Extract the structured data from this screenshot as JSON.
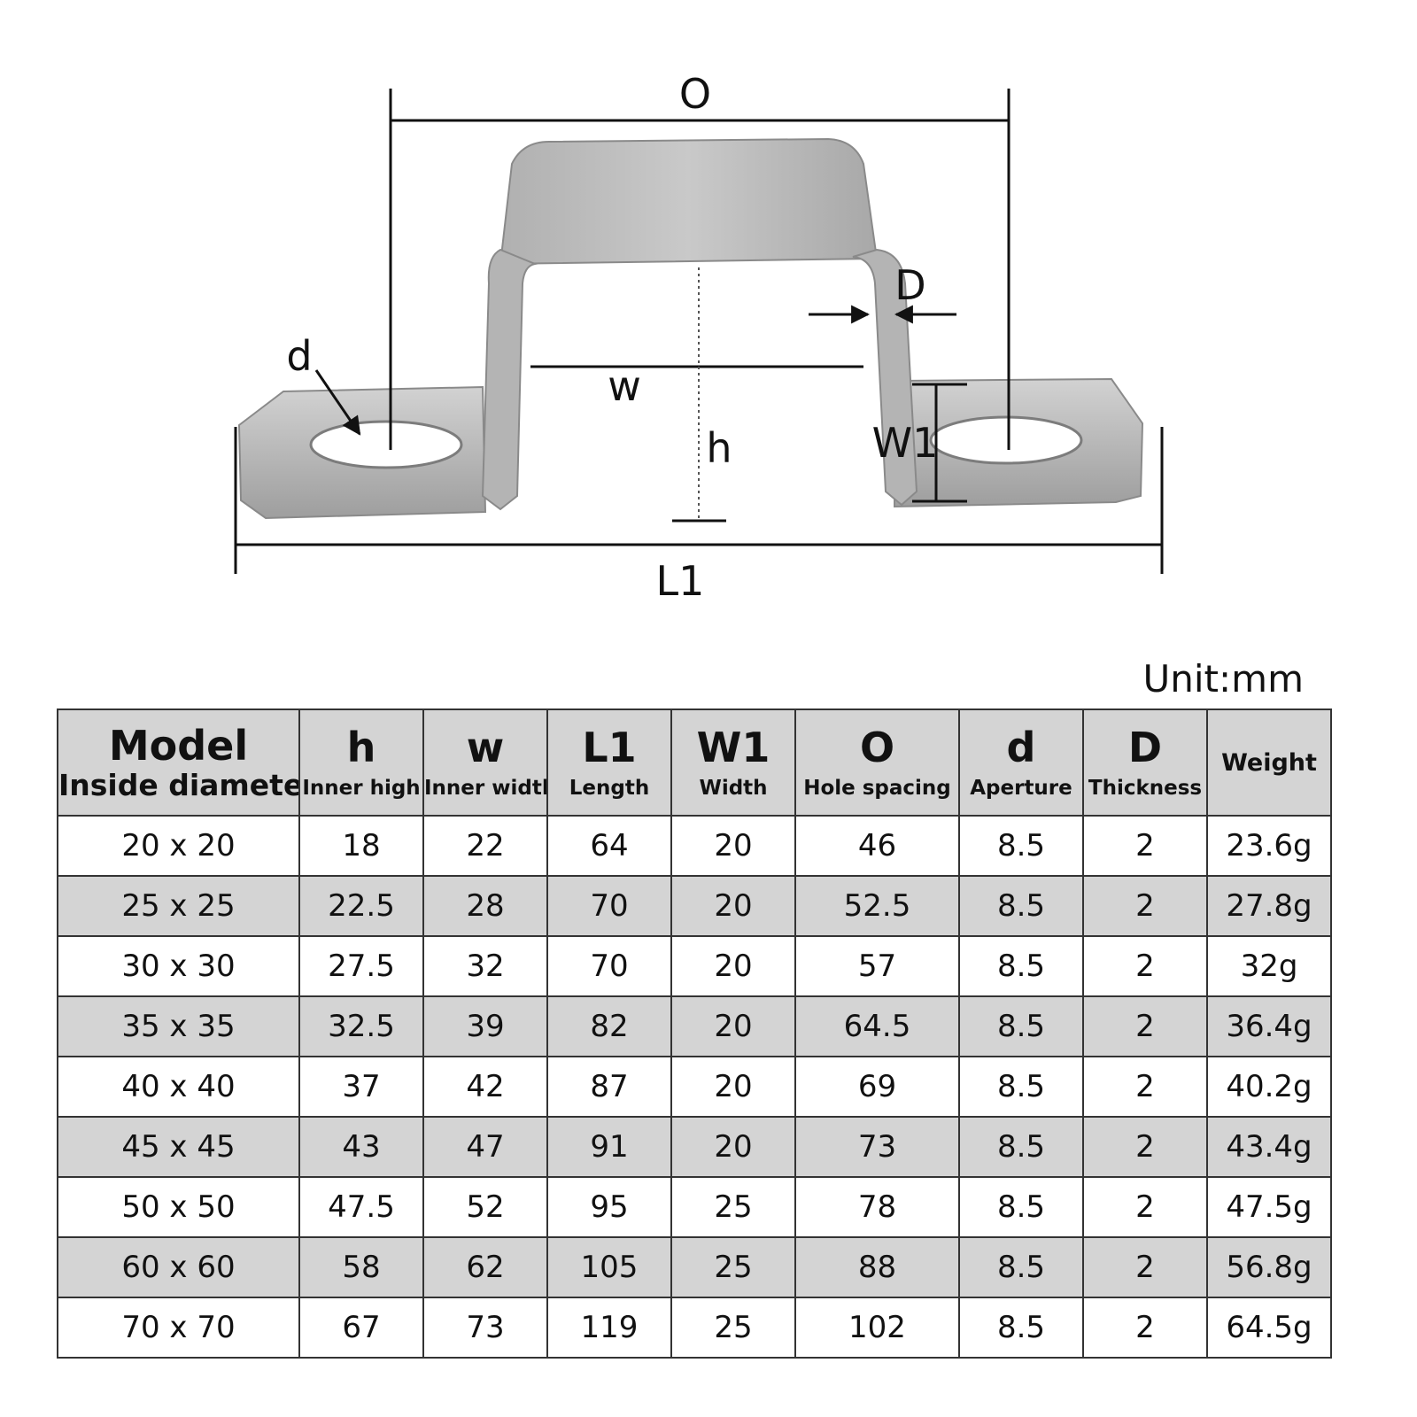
{
  "diagram": {
    "labels": {
      "O": "O",
      "D": "D",
      "d": "d",
      "w": "w",
      "h": "h",
      "W1": "W1",
      "L1": "L1"
    }
  },
  "unit": "Unit:mm",
  "table": {
    "headers": [
      {
        "main": "Model",
        "sub": "Inside diameter"
      },
      {
        "main": "h",
        "sub": "Inner high"
      },
      {
        "main": "w",
        "sub": "Inner width"
      },
      {
        "main": "L1",
        "sub": "Length"
      },
      {
        "main": "W1",
        "sub": "Width"
      },
      {
        "main": "O",
        "sub": "Hole spacing"
      },
      {
        "main": "d",
        "sub": "Aperture"
      },
      {
        "main": "D",
        "sub": "Thickness"
      },
      {
        "main": "",
        "sub": "Weight"
      }
    ],
    "rows": [
      [
        "20 x 20",
        "18",
        "22",
        "64",
        "20",
        "46",
        "8.5",
        "2",
        "23.6g"
      ],
      [
        "25 x 25",
        "22.5",
        "28",
        "70",
        "20",
        "52.5",
        "8.5",
        "2",
        "27.8g"
      ],
      [
        "30 x 30",
        "27.5",
        "32",
        "70",
        "20",
        "57",
        "8.5",
        "2",
        "32g"
      ],
      [
        "35 x 35",
        "32.5",
        "39",
        "82",
        "20",
        "64.5",
        "8.5",
        "2",
        "36.4g"
      ],
      [
        "40 x 40",
        "37",
        "42",
        "87",
        "20",
        "69",
        "8.5",
        "2",
        "40.2g"
      ],
      [
        "45 x 45",
        "43",
        "47",
        "91",
        "20",
        "73",
        "8.5",
        "2",
        "43.4g"
      ],
      [
        "50 x 50",
        "47.5",
        "52",
        "95",
        "25",
        "78",
        "8.5",
        "2",
        "47.5g"
      ],
      [
        "60 x 60",
        "58",
        "62",
        "105",
        "25",
        "88",
        "8.5",
        "2",
        "56.8g"
      ],
      [
        "70 x 70",
        "67",
        "73",
        "119",
        "25",
        "102",
        "8.5",
        "2",
        "64.5g"
      ]
    ]
  }
}
